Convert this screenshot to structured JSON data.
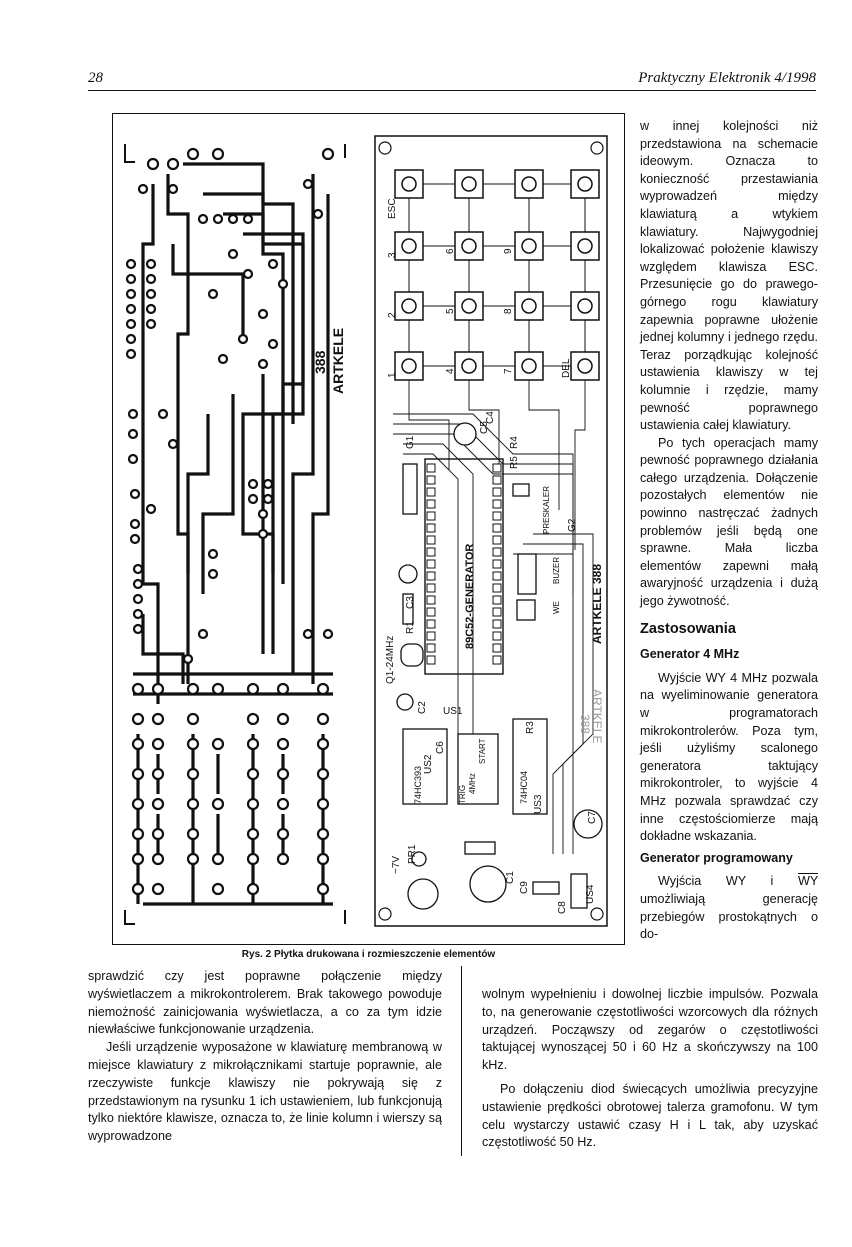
{
  "header": {
    "page_number": "28",
    "magazine": "Praktyczny Elektronik 4/1998"
  },
  "figure": {
    "caption": "Rys. 2 Płytka drukowana i rozmieszczenie elementów",
    "pcb_labels": [
      "388",
      "ARTKELE"
    ],
    "keys_col_left": [
      "ESC",
      "3",
      "2",
      "1"
    ],
    "keys_col2": [
      "6",
      "5",
      "4"
    ],
    "keys_col3": [
      "9",
      "8",
      "7"
    ],
    "key_del": "DEL",
    "components": [
      "G1",
      "C5",
      "R4",
      "R5",
      "C4",
      "89C52-GENERATOR",
      "ARTKELE 388",
      "BUZER",
      "PRESKALER",
      "G2",
      "WE",
      "Q1-24MHz",
      "C3",
      "R1",
      "C2",
      "US1",
      "C6",
      "US2",
      "74HC393",
      "TRIG",
      "4MHz",
      "START",
      "74HC04",
      "US3",
      "R3",
      "C7",
      "~7V",
      "PR1",
      "C1",
      "C9",
      "C8",
      "US4",
      "388",
      "ARTKELE"
    ]
  },
  "right_column": {
    "p1": "w innej kolejności niż przedstawiona na schemacie ideowym. Oznacza to konieczność przestawiania wyprowadzeń między klawiaturą a wtykiem klawiatury. Najwygodniej lokalizować położenie klawiszy względem klawisza ESC. Przesunięcie go do prawego-górnego rogu klawiatury zapewnia poprawne ułożenie jednej kolumny i jednego rzędu. Teraz porządkując kolejność ustawienia klawiszy w tej kolumnie i rzędzie, mamy pewność poprawnego ustawienia całej klawiatury.",
    "p2": "Po tych operacjach mamy pewność poprawnego działania całego urządzenia. Dołączenie pozostałych elementów nie powinno nastręczać żadnych problemów jeśli będą one sprawne. Mała liczba elementów zapewni małą awaryjność urządzenia i dużą jego żywotność.",
    "h_applications": "Zastosowania",
    "h_gen4": "Generator 4 MHz",
    "p_gen4": "Wyjście WY 4 MHz pozwala na wyeliminowanie generatora w programatorach mikrokontrolerów. Poza tym, jeśli użyliśmy scalonego generatora taktujący mikrokontroler, to wyjście 4 MHz pozwala sprawdzać czy inne częstościomierze mają dokładne wskazania.",
    "h_genprog": "Generator programowany",
    "p_genprog_a": "Wyjścia WY i ",
    "p_genprog_wy": "WY",
    "p_genprog_b": " umożliwiają generację przebiegów prostokątnych o do-"
  },
  "bottom_left": {
    "p1": "sprawdzić czy jest poprawne połączenie między wyświetlaczem a mikrokontrolerem. Brak takowego powoduje niemożność zainicjowania wyświetlacza, a co za tym idzie niewłaściwe funkcjonowanie urządzenia.",
    "p2": "Jeśli urządzenie wyposażone w klawiaturę membranową w miejsce klawiatury z mikrołącznikami startuje poprawnie, ale rzeczywiste funkcje klawiszy nie pokrywają się z przedstawionym na rysunku 1 ich ustawieniem, lub funkcjonują tylko niektóre klawisze, oznacza to, że linie kolumn i wierszy są wyprowadzone"
  },
  "bottom_right": {
    "p1": "wolnym wypełnieniu i dowolnej liczbie impulsów. Pozwala to, na generowanie częstotliwości wzorcowych dla różnych urządzeń. Począwszy od zegarów o częstotliwości taktującej wynoszącej 50 i 60 Hz a skończywszy na 100 kHz.",
    "p2": "Po dołączeniu diod świecących umożliwia precyzyjne ustawienie prędkości obrotowej talerza gramofonu. W tym celu wystarczy ustawić czasy H i L tak, aby uzyskać częstotliwość 50 Hz."
  }
}
